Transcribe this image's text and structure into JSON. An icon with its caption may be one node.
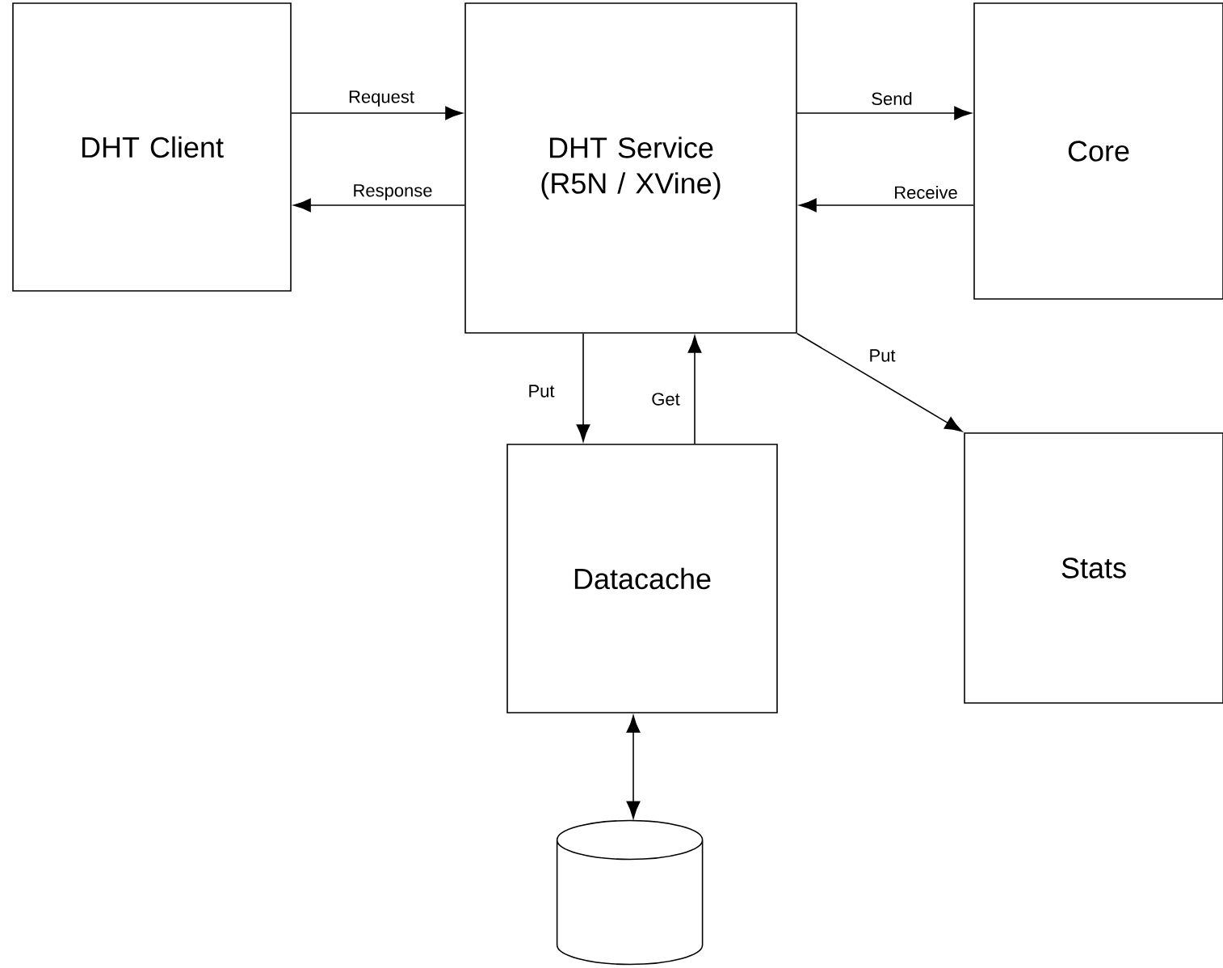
{
  "diagram": {
    "nodes": [
      {
        "text": [
          "DHT Client"
        ]
      },
      {
        "text": [
          "DHT Service (R5N / XVine)"
        ]
      },
      {
        "text": [
          "Core"
        ]
      },
      {
        "text": [
          "Datacache"
        ]
      },
      {
        "text": [
          "Stats"
        ]
      },
      {
        "text": [],
        "shape": "cylinder"
      }
    ],
    "edges": [
      {
        "from": 0,
        "to": 1,
        "arrow": "to",
        "label": "Request"
      },
      {
        "from": 1,
        "to": 0,
        "arrow": "to",
        "label": "Response"
      },
      {
        "from": 1,
        "to": 2,
        "arrow": "to",
        "label": "Send"
      },
      {
        "from": 2,
        "to": 1,
        "arrow": "to",
        "label": "Receive"
      },
      {
        "from": 1,
        "to": 3,
        "arrow": "to",
        "label": "Put"
      },
      {
        "from": 3,
        "to": 1,
        "arrow": "to",
        "label": "Get"
      },
      {
        "from": 1,
        "to": 4,
        "arrow": "to",
        "label": "Put"
      },
      {
        "from": 3,
        "to": 5,
        "arrow": "both"
      }
    ]
  }
}
